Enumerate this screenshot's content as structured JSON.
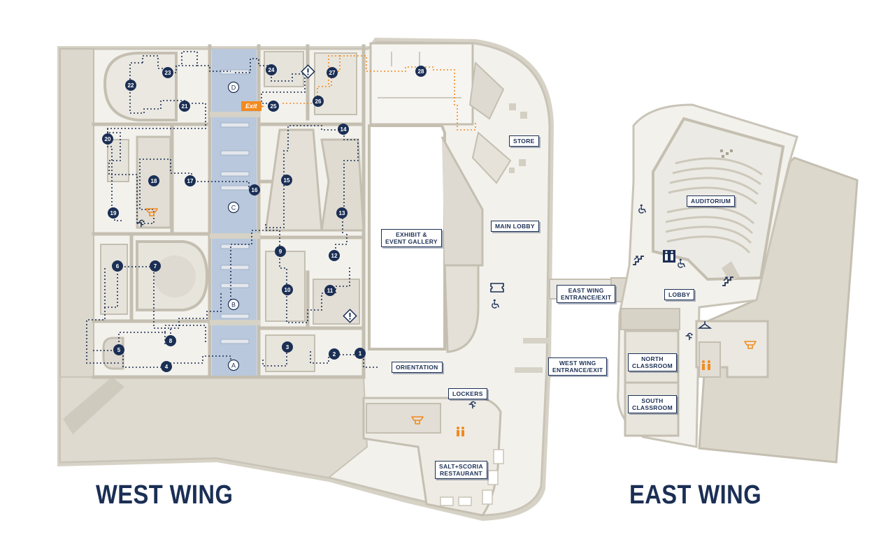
{
  "colors": {
    "navy": "#1b2f55",
    "orange": "#f28a1e",
    "floor": "#f2f0ea",
    "wall": "#cbc6b9",
    "gallery_highlight": "#b9c8dc",
    "ground": "#dcd8cd"
  },
  "wings": {
    "west": "WEST WING",
    "east": "EAST WING"
  },
  "labels": {
    "store": "STORE",
    "main_lobby": "MAIN LOBBY",
    "exhibit": "EXHIBIT &\nEVENT GALLERY",
    "orientation": "ORIENTATION",
    "lockers": "LOCKERS",
    "restaurant": "SALT+SCORIA\nRESTAURANT",
    "east_entrance": "EAST WING\nENTRANCE/EXIT",
    "west_entrance": "WEST WING\nENTRANCE/EXIT",
    "auditorium": "AUDITORIUM",
    "lobby": "LOBBY",
    "north_classroom": "NORTH\nCLASSROOM",
    "south_classroom": "SOUTH\nCLASSROOM",
    "exit": "Exit"
  },
  "stops": {
    "s1": "1",
    "s2": "2",
    "s3": "3",
    "s4": "4",
    "s5": "5",
    "s6": "6",
    "s7": "7",
    "s8": "8",
    "s9": "9",
    "s10": "10",
    "s11": "11",
    "s12": "12",
    "s13": "13",
    "s14": "14",
    "s15": "15",
    "s16": "16",
    "s17": "17",
    "s18": "18",
    "s19": "19",
    "s20": "20",
    "s21": "21",
    "s22": "22",
    "s23": "23",
    "s24": "24",
    "s25": "25",
    "s26": "26",
    "s27": "27",
    "s28": "28"
  },
  "gallery_markers": {
    "a": "A",
    "b": "B",
    "c": "C",
    "d": "D"
  },
  "amenity_icons": [
    "wheelchair-access-icon",
    "ticket-icon",
    "restroom-icon",
    "family-restroom-icon",
    "dining-icon",
    "stairs-icon",
    "coat-check-icon",
    "water-fountain-icon",
    "hazard-warning-icon"
  ]
}
